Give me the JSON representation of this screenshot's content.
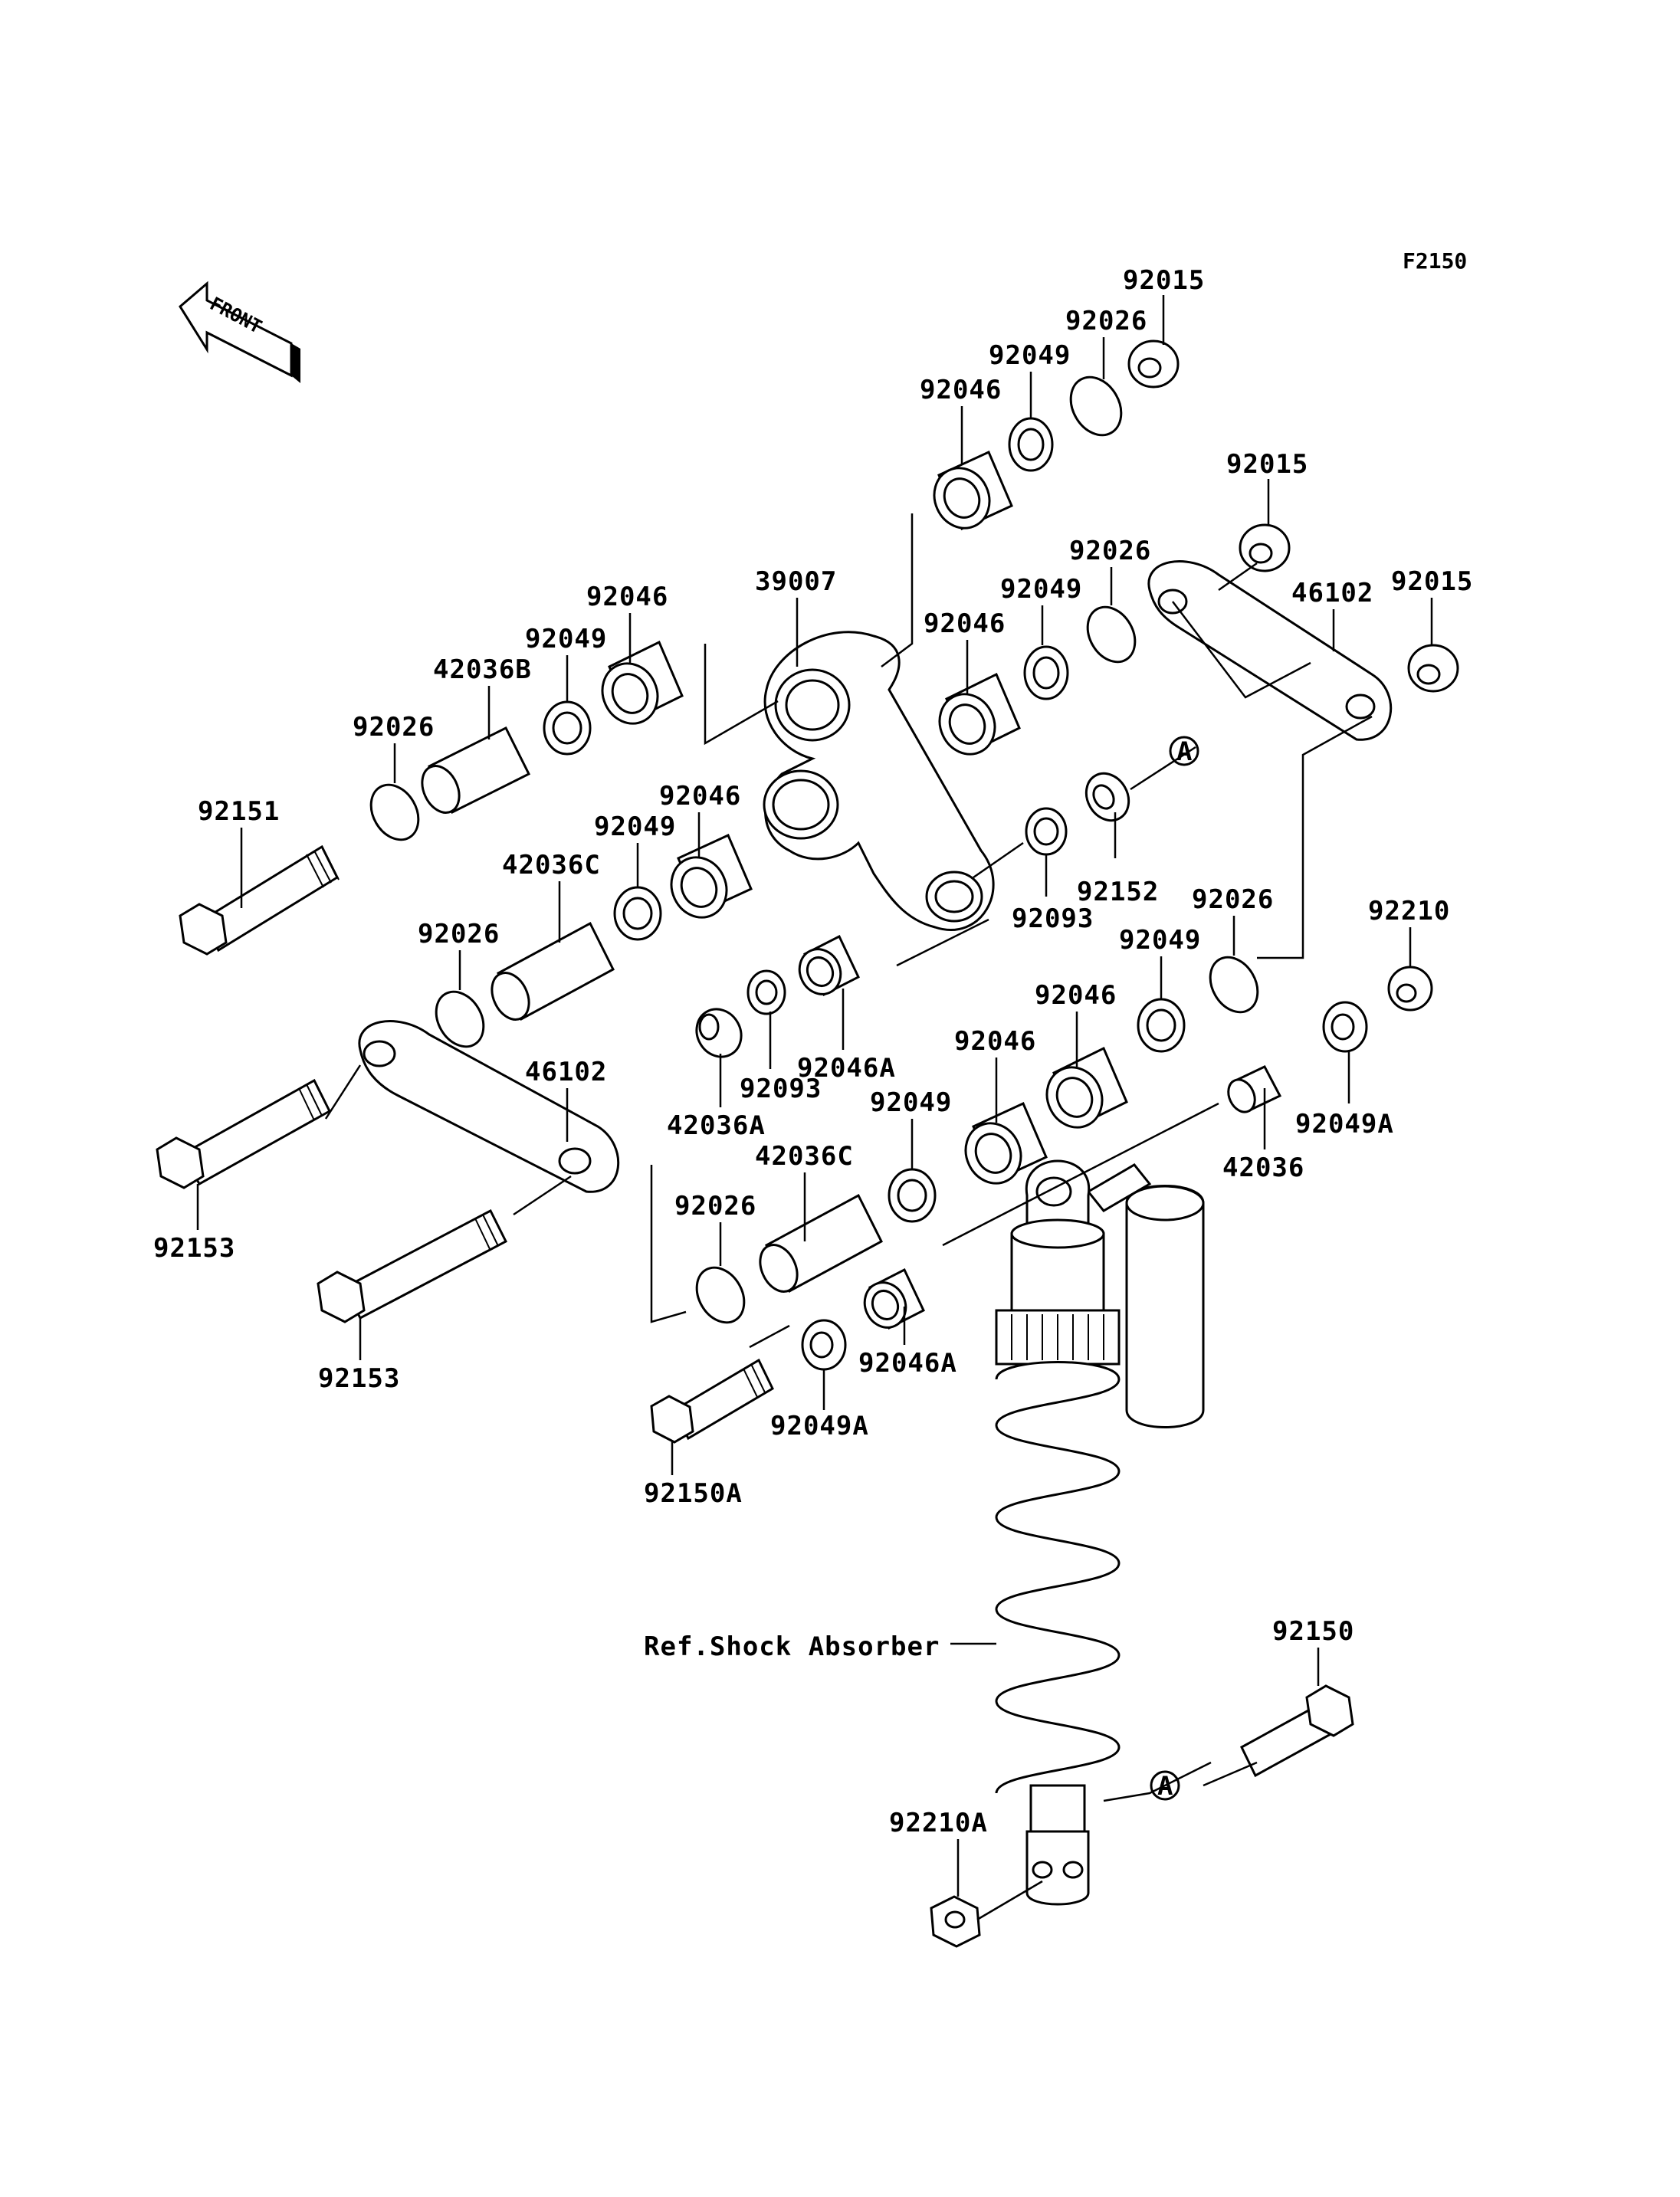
{
  "figure_code": "F2150",
  "front_label": "FRONT",
  "ref_label": "Ref.Shock Absorber",
  "callout_letter": "A",
  "labels": [
    "92015",
    "92026",
    "92049",
    "92046",
    "92015",
    "92026",
    "92049",
    "92015",
    "46102",
    "92046",
    "39007",
    "92049",
    "92046",
    "42036B",
    "92026",
    "92046",
    "92049",
    "92151",
    "42036C",
    "92152",
    "92093",
    "92026",
    "92210",
    "92049",
    "92026",
    "92046",
    "46102",
    "92046A",
    "92093",
    "92046",
    "42036A",
    "92049",
    "92049A",
    "42036",
    "42036C",
    "92153",
    "92026",
    "92153",
    "92046A",
    "92049A",
    "92150A",
    "92150",
    "92210A"
  ]
}
